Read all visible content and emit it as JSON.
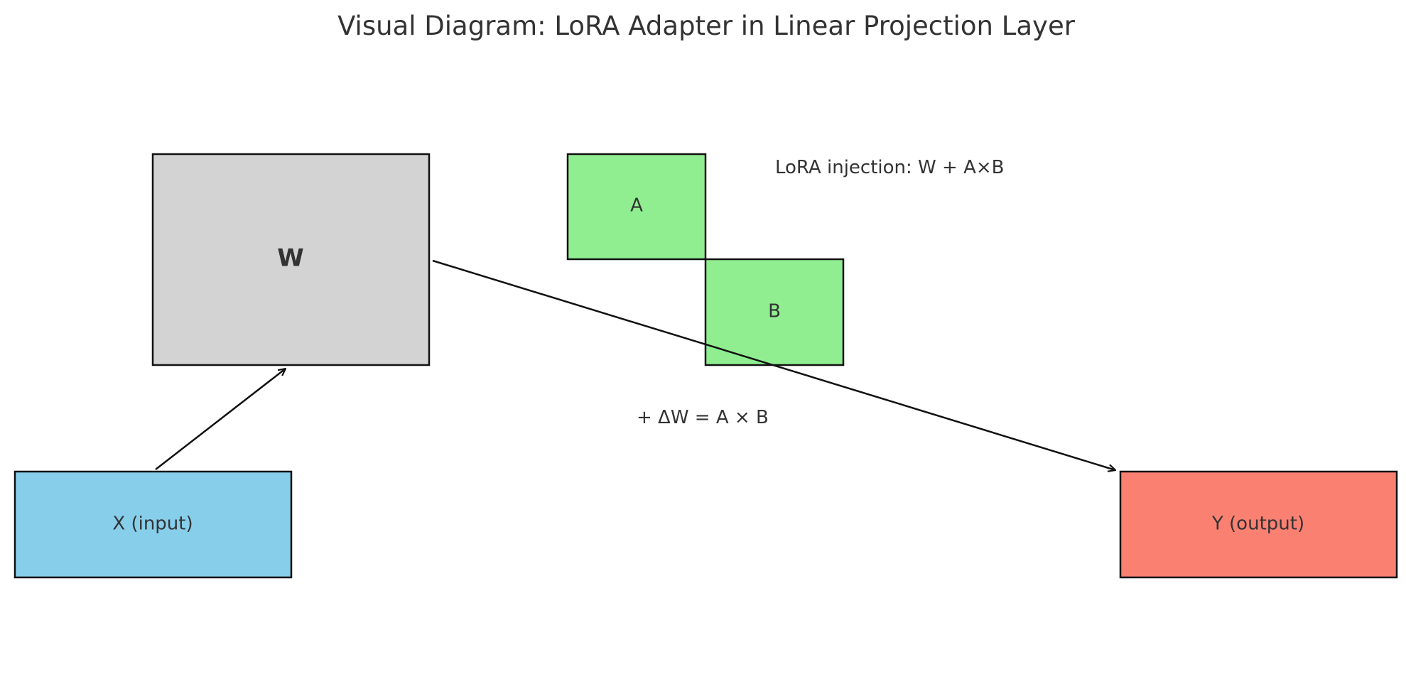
{
  "title": "Visual Diagram: LoRA Adapter in Linear Projection Layer",
  "nodes": {
    "w": {
      "label": "W",
      "color": "#d3d3d3"
    },
    "a": {
      "label": "A",
      "color": "#90ee90"
    },
    "b": {
      "label": "B",
      "color": "#90ee90"
    },
    "x": {
      "label": "X (input)",
      "color": "#87ceeb"
    },
    "y": {
      "label": "Y (output)",
      "color": "#fa8072"
    }
  },
  "annotations": {
    "lora_injection": "LoRA injection: W + A×B",
    "delta_w": "+ ΔW = A × B"
  }
}
